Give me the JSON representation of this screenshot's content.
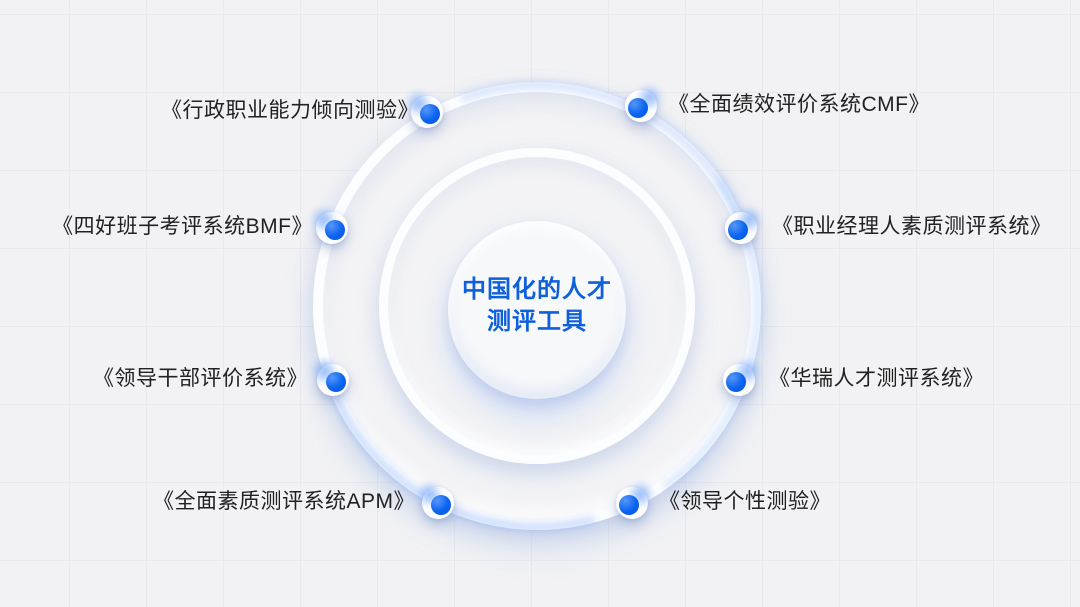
{
  "center": {
    "line1": "中国化的人才",
    "line2": "测评工具"
  },
  "items": [
    {
      "label": "《行政职业能力倾向测验》",
      "side": "left",
      "position": "top-left"
    },
    {
      "label": "《全面绩效评价系统CMF》",
      "side": "right",
      "position": "top-right"
    },
    {
      "label": "《四好班子考评系统BMF》",
      "side": "left",
      "position": "upper-left"
    },
    {
      "label": "《职业经理人素质测评系统》",
      "side": "right",
      "position": "upper-right"
    },
    {
      "label": "《领导干部评价系统》",
      "side": "left",
      "position": "lower-left"
    },
    {
      "label": "《华瑞人才测评系统》",
      "side": "right",
      "position": "lower-right"
    },
    {
      "label": "《全面素质测评系统APM》",
      "side": "left",
      "position": "bottom-left"
    },
    {
      "label": "《领导个性测验》",
      "side": "right",
      "position": "bottom-right"
    }
  ],
  "colors": {
    "accent_blue": "#0b63f0",
    "title_blue": "#0e60da",
    "label_text": "#212121",
    "background": "#f2f2f4",
    "grid_line": "#e9e9ec"
  }
}
